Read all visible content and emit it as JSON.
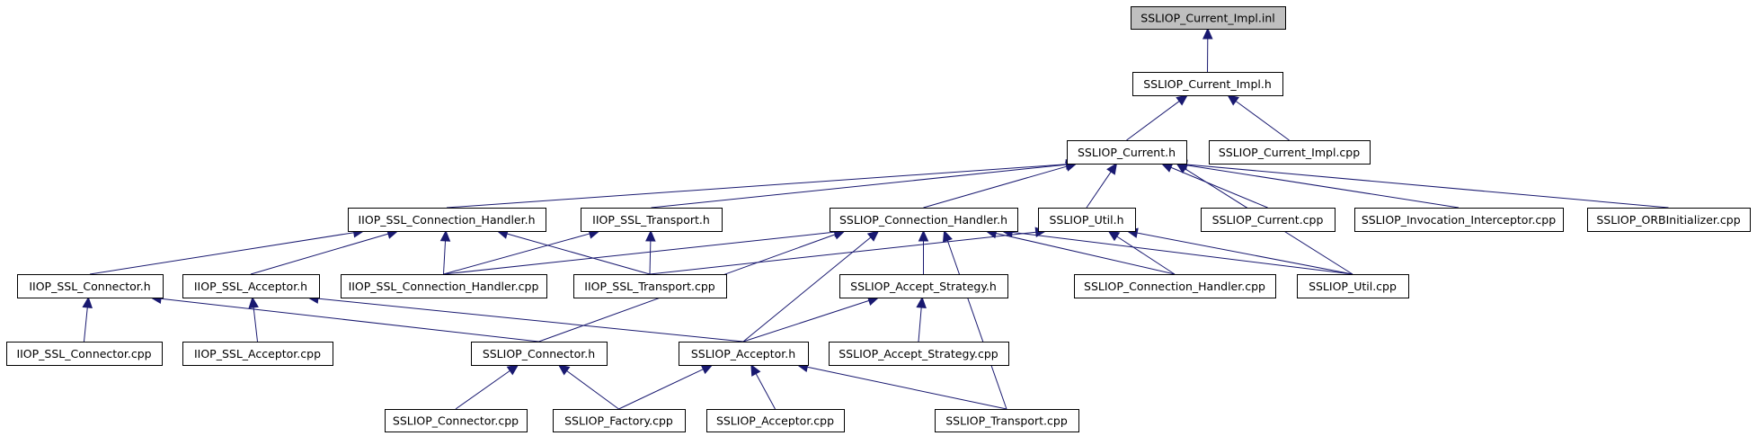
{
  "diagram": {
    "type": "include-dependency-graph",
    "root": "SSLIOP_Current_Impl.inl",
    "colors": {
      "edge": "#191970",
      "root_fill": "#bfbfbf",
      "node_fill": "#ffffff",
      "node_border": "#000000"
    },
    "nodes": [
      {
        "id": "inl",
        "label": "SSLIOP_Current_Impl.inl",
        "root": true
      },
      {
        "id": "impl_h",
        "label": "SSLIOP_Current_Impl.h"
      },
      {
        "id": "cur_h",
        "label": "SSLIOP_Current.h"
      },
      {
        "id": "impl_cpp",
        "label": "SSLIOP_Current_Impl.cpp"
      },
      {
        "id": "iiop_ch_h",
        "label": "IIOP_SSL_Connection_Handler.h"
      },
      {
        "id": "iiop_tr_h",
        "label": "IIOP_SSL_Transport.h"
      },
      {
        "id": "ssl_ch_h",
        "label": "SSLIOP_Connection_Handler.h"
      },
      {
        "id": "util_h",
        "label": "SSLIOP_Util.h"
      },
      {
        "id": "cur_cpp",
        "label": "SSLIOP_Current.cpp"
      },
      {
        "id": "inv_cpp",
        "label": "SSLIOP_Invocation_Interceptor.cpp"
      },
      {
        "id": "orb_cpp",
        "label": "SSLIOP_ORBInitializer.cpp"
      },
      {
        "id": "iiop_con_h",
        "label": "IIOP_SSL_Connector.h"
      },
      {
        "id": "iiop_acc_h",
        "label": "IIOP_SSL_Acceptor.h"
      },
      {
        "id": "iiop_ch_cpp",
        "label": "IIOP_SSL_Connection_Handler.cpp"
      },
      {
        "id": "iiop_tr_cpp",
        "label": "IIOP_SSL_Transport.cpp"
      },
      {
        "id": "as_h",
        "label": "SSLIOP_Accept_Strategy.h"
      },
      {
        "id": "ssl_ch_cpp",
        "label": "SSLIOP_Connection_Handler.cpp"
      },
      {
        "id": "util_cpp",
        "label": "SSLIOP_Util.cpp"
      },
      {
        "id": "iiop_con_cpp",
        "label": "IIOP_SSL_Connector.cpp"
      },
      {
        "id": "iiop_acc_cpp",
        "label": "IIOP_SSL_Acceptor.cpp"
      },
      {
        "id": "ssl_con_h",
        "label": "SSLIOP_Connector.h"
      },
      {
        "id": "ssl_acc_h",
        "label": "SSLIOP_Acceptor.h"
      },
      {
        "id": "as_cpp",
        "label": "SSLIOP_Accept_Strategy.cpp"
      },
      {
        "id": "ssl_con_cpp",
        "label": "SSLIOP_Connector.cpp"
      },
      {
        "id": "fac_cpp",
        "label": "SSLIOP_Factory.cpp"
      },
      {
        "id": "ssl_acc_cpp",
        "label": "SSLIOP_Acceptor.cpp"
      },
      {
        "id": "ssl_tr_cpp",
        "label": "SSLIOP_Transport.cpp"
      }
    ],
    "edges": [
      {
        "from": "impl_h",
        "to": "inl"
      },
      {
        "from": "cur_h",
        "to": "impl_h"
      },
      {
        "from": "impl_cpp",
        "to": "impl_h"
      },
      {
        "from": "iiop_ch_h",
        "to": "cur_h"
      },
      {
        "from": "iiop_tr_h",
        "to": "cur_h"
      },
      {
        "from": "ssl_ch_h",
        "to": "cur_h"
      },
      {
        "from": "util_h",
        "to": "cur_h"
      },
      {
        "from": "cur_cpp",
        "to": "cur_h"
      },
      {
        "from": "inv_cpp",
        "to": "cur_h"
      },
      {
        "from": "orb_cpp",
        "to": "cur_h"
      },
      {
        "from": "util_cpp",
        "to": "cur_h"
      },
      {
        "from": "iiop_con_h",
        "to": "iiop_ch_h"
      },
      {
        "from": "iiop_acc_h",
        "to": "iiop_ch_h"
      },
      {
        "from": "iiop_ch_cpp",
        "to": "iiop_ch_h"
      },
      {
        "from": "iiop_tr_cpp",
        "to": "iiop_ch_h"
      },
      {
        "from": "iiop_ch_cpp",
        "to": "iiop_tr_h"
      },
      {
        "from": "iiop_tr_cpp",
        "to": "iiop_tr_h"
      },
      {
        "from": "iiop_ch_cpp",
        "to": "ssl_ch_h"
      },
      {
        "from": "ssl_con_h",
        "to": "ssl_ch_h"
      },
      {
        "from": "ssl_acc_h",
        "to": "ssl_ch_h"
      },
      {
        "from": "as_h",
        "to": "ssl_ch_h"
      },
      {
        "from": "ssl_ch_cpp",
        "to": "ssl_ch_h"
      },
      {
        "from": "util_cpp",
        "to": "ssl_ch_h"
      },
      {
        "from": "ssl_tr_cpp",
        "to": "ssl_ch_h"
      },
      {
        "from": "iiop_tr_cpp",
        "to": "util_h"
      },
      {
        "from": "ssl_ch_cpp",
        "to": "util_h"
      },
      {
        "from": "util_cpp",
        "to": "util_h"
      },
      {
        "from": "iiop_con_cpp",
        "to": "iiop_con_h"
      },
      {
        "from": "ssl_con_h",
        "to": "iiop_con_h"
      },
      {
        "from": "iiop_acc_cpp",
        "to": "iiop_acc_h"
      },
      {
        "from": "ssl_acc_h",
        "to": "iiop_acc_h"
      },
      {
        "from": "ssl_acc_h",
        "to": "as_h"
      },
      {
        "from": "as_cpp",
        "to": "as_h"
      },
      {
        "from": "ssl_con_cpp",
        "to": "ssl_con_h"
      },
      {
        "from": "fac_cpp",
        "to": "ssl_con_h"
      },
      {
        "from": "fac_cpp",
        "to": "ssl_acc_h"
      },
      {
        "from": "ssl_acc_cpp",
        "to": "ssl_acc_h"
      },
      {
        "from": "ssl_tr_cpp",
        "to": "ssl_acc_h"
      }
    ]
  }
}
